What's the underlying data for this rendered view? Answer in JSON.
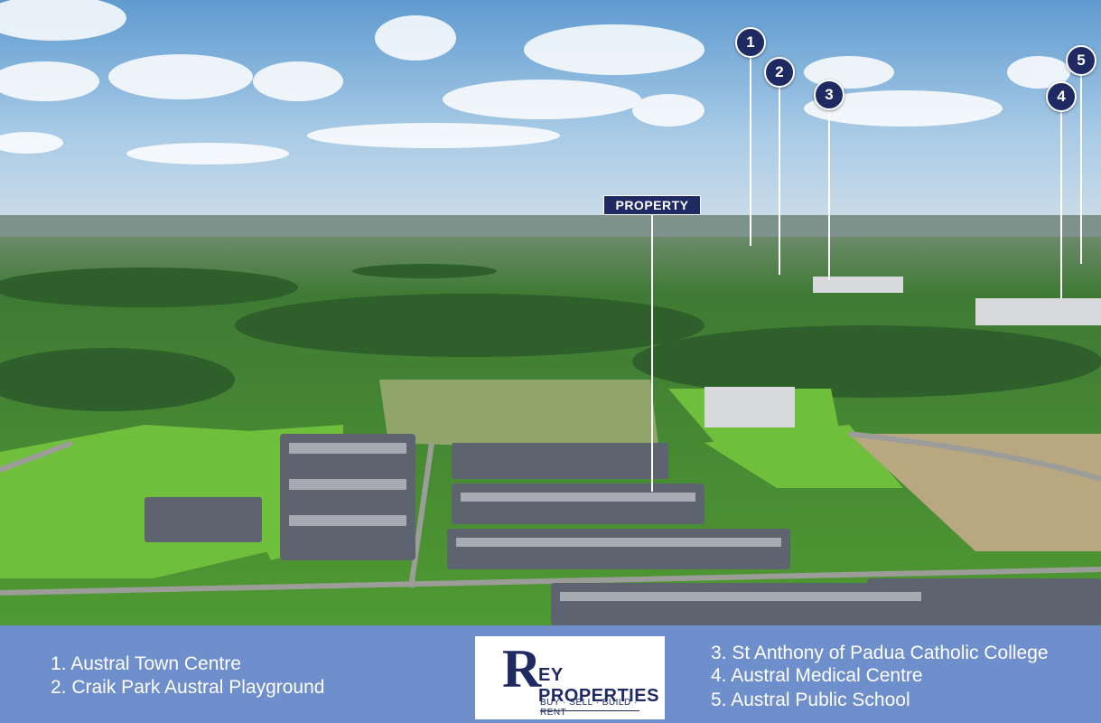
{
  "markers": [
    {
      "number": "1",
      "place": "Austral Town Centre"
    },
    {
      "number": "2",
      "place": "Craik Park Austral Playground"
    },
    {
      "number": "3",
      "place": "St Anthony of Padua Catholic College"
    },
    {
      "number": "4",
      "place": "Austral Medical Centre"
    },
    {
      "number": "5",
      "place": "Austral Public School"
    }
  ],
  "property_label": "PROPERTY",
  "legend": {
    "item1": "1. Austral Town Centre",
    "item2": "2. Craik Park Austral Playground",
    "item3": "3. St Anthony of Padua Catholic College",
    "item4": "4. Austral Medical Centre",
    "item5": "5. Austral Public School"
  },
  "logo": {
    "letter": "R",
    "name": "EY PROPERTIES",
    "tagline": "BUY · SELL · BUILD · RENT"
  },
  "colors": {
    "navy": "#1f2a63",
    "legend_bar": "#6e8fcb",
    "sky": "#7fb0d8",
    "grass": "#5fa63a"
  }
}
